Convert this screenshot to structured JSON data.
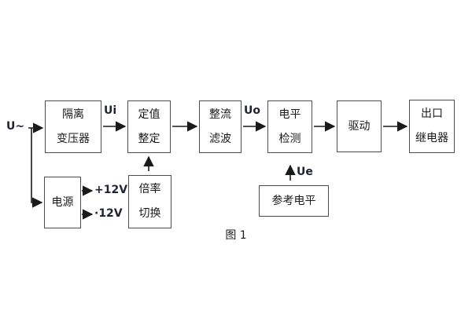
{
  "figure": {
    "caption": "图 1"
  },
  "blocks": {
    "isolation_transformer": {
      "line1": "隔离",
      "line2": "变压器"
    },
    "setting_adjust": {
      "line1": "定值",
      "line2": "整定"
    },
    "rectifier_filter": {
      "line1": "整流",
      "line2": "滤波"
    },
    "level_detection": {
      "line1": "电平",
      "line2": "检测"
    },
    "drive": {
      "label": "驱动"
    },
    "output_relay": {
      "line1": "出口",
      "line2": "继电器"
    },
    "power_supply": {
      "label": "电源"
    },
    "ratio_switch": {
      "line1": "倍率",
      "line2": "切换"
    },
    "reference_level": {
      "label": "参考电平"
    }
  },
  "signal_labels": {
    "input": "U~",
    "ui": "Ui",
    "uo": "Uo",
    "ue": "Ue",
    "plus_12v": "+12V",
    "minus_12v": "·12V"
  },
  "colors": {
    "border": "#4d4d4d",
    "line": "#1a1a1a",
    "text": "#1a1a1a",
    "background": "#ffffff"
  }
}
